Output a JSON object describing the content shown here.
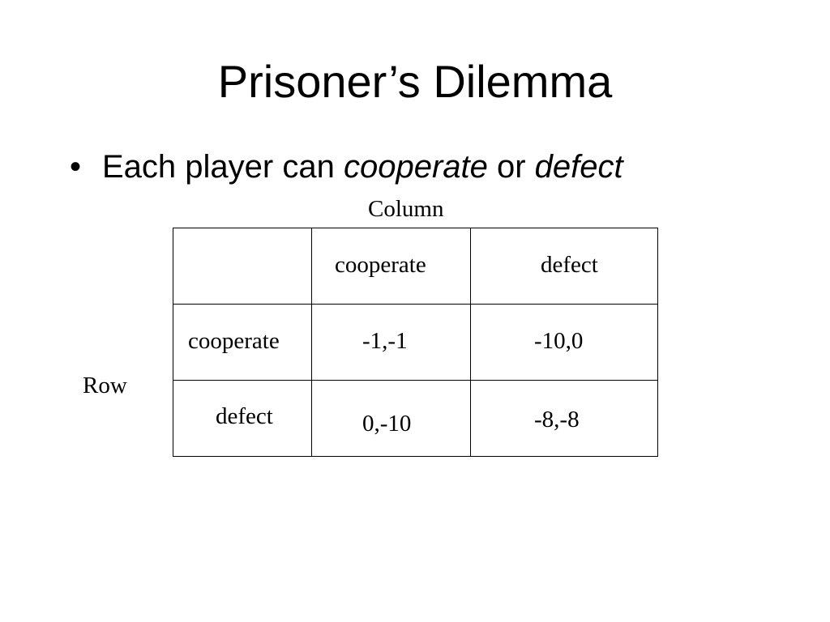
{
  "slide": {
    "title": "Prisoner’s Dilemma",
    "bullet": {
      "marker": "•",
      "text_before": "Each player can ",
      "emph_1": "cooperate",
      "text_middle": " or ",
      "emph_2": "defect"
    }
  },
  "payoff_matrix": {
    "column_label": "Column",
    "row_label": "Row",
    "column_headers": [
      "cooperate",
      "defect"
    ],
    "rows": [
      {
        "label": "cooperate",
        "cells": [
          "-1,-1",
          "-10,0"
        ]
      },
      {
        "label": "defect",
        "cells": [
          "0,-10",
          "-8,-8"
        ]
      }
    ]
  }
}
